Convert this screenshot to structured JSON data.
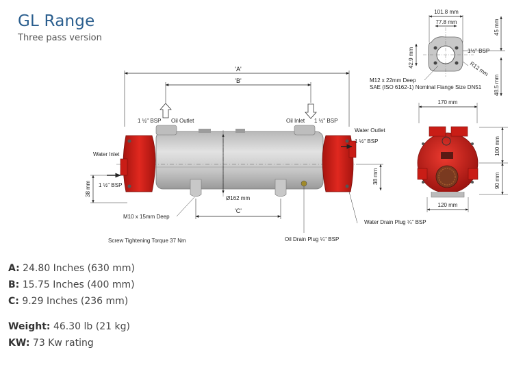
{
  "header": {
    "title": "GL Range",
    "subtitle": "Three pass version"
  },
  "drawing": {
    "dim_a": "'A'",
    "dim_b": "'B'",
    "dim_c": "'C'",
    "oil_outlet": "Oil Outlet",
    "oil_inlet": "Oil Inlet",
    "bsp_left": "1 ½\" BSP",
    "bsp_right": "1 ½\" BSP",
    "water_outlet": "Water Outlet",
    "water_outlet_bsp": "1 ½\" BSP",
    "water_inlet": "Water Inlet",
    "water_inlet_bsp": "1 ½\" BSP",
    "dim_38_left": "38 mm",
    "dim_38_right": "38 mm",
    "diameter": "Ø162 mm",
    "m10": "M10 x 15mm Deep",
    "torque": "Screw Tightening Torque 37 Nm",
    "oil_drain": "Oil Drain Plug ¼\" BSP",
    "water_drain": "Water Drain Plug ¼\" BSP",
    "flange_w1": "101.8 mm",
    "flange_w2": "77.8 mm",
    "flange_h1": "45 mm",
    "flange_h2": "42.9 mm",
    "flange_bsp": "1½\" BSP",
    "flange_r": "R12 mm",
    "flange_h3": "48.5 mm",
    "flange_note1": "M12 x 22mm Deep",
    "flange_note2": "SAE (ISO 6162-1) Nominal Flange Size DN51",
    "end_w": "170 mm",
    "end_h1": "100 mm",
    "end_h2": "90 mm",
    "end_base": "120 mm"
  },
  "specs": [
    {
      "key": "A:",
      "value": " 24.80 Inches (630 mm)"
    },
    {
      "key": "B:",
      "value": " 15.75 Inches (400 mm)"
    },
    {
      "key": "C:",
      "value": " 9.29 Inches (236 mm)"
    },
    {
      "key": "Weight:",
      "value": " 46.30 lb (21 kg)"
    },
    {
      "key": "KW:",
      "value": " 73 Kw rating"
    }
  ],
  "colors": {
    "title": "#2a5e8e",
    "red_cap": "#d4231c",
    "body_grey": "#c9c9c9"
  }
}
